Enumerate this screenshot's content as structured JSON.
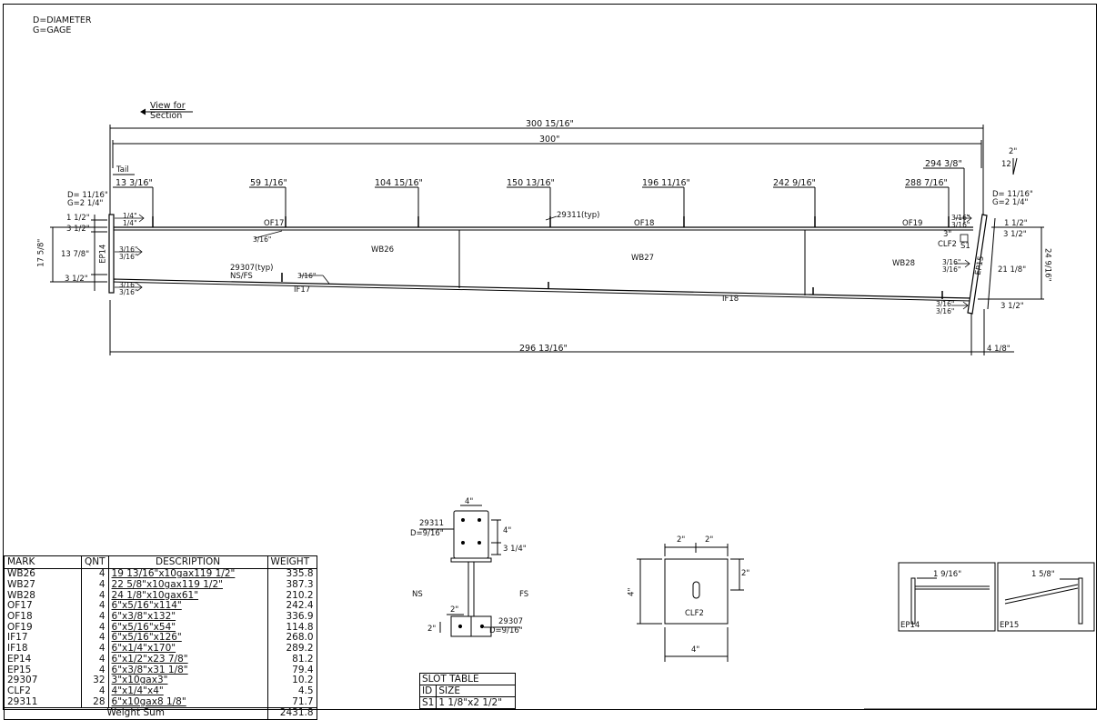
{
  "notes": {
    "line1": "D=DIAMETER",
    "line2": "G=GAGE"
  },
  "view_label": {
    "line1": "View for",
    "line2": "Section"
  },
  "overall_dims": {
    "total": "300 15/16\"",
    "span": "300\"",
    "bottom": "296 13/16\"",
    "right_offset": "4 1/8\""
  },
  "slope": {
    "rise": "2\"",
    "run": "12"
  },
  "top_chord_stations": [
    "13 3/16\"",
    "59 1/16\"",
    "104 15/16\"",
    "150 13/16\"",
    "196 11/16\"",
    "242 9/16\"",
    "288 7/16\"",
    "294 3/8\""
  ],
  "tail_label": "Tail",
  "left_end": {
    "d_note": "D= 11/16\"",
    "g_note": "G=2 1/4\"",
    "dims": [
      "1 1/2\"",
      "3 1/2\"",
      "13 7/8\"",
      "3 1/2\""
    ],
    "height": "17 5/8\"",
    "plate": "EP14"
  },
  "right_end": {
    "d_note": "D= 11/16\"",
    "g_note": "G=2 1/4\"",
    "dims": [
      "1 1/2\"",
      "3 1/2\"",
      "21 1/8\"",
      "3 1/2\""
    ],
    "height": "24 9/16\"",
    "plate": "EP15",
    "clip": "CLF2",
    "slot": "S1",
    "clip_dim": "3\""
  },
  "members": {
    "of17": "OF17",
    "of18": "OF18",
    "of19": "OF19",
    "wb26": "WB26",
    "wb27": "WB27",
    "wb28": "WB28",
    "if17": "IF17",
    "if18": "IF18"
  },
  "callouts": {
    "bolt_top": "29311(typ)",
    "bolt_bottom": "29307(typ)",
    "ns_fs": "NS/FS"
  },
  "weld": {
    "w14": "1/4\"",
    "w316": "3/16\""
  },
  "section": {
    "part_top": "29311",
    "dia_top": "D=9/16\"",
    "width": "4\"",
    "h1": "4\"",
    "h2": "3 1/4\"",
    "ns": "NS",
    "fs": "FS",
    "bottom_w": "2\"",
    "bottom_h": "2\"",
    "part_bottom": "29307",
    "dia_bottom": "D=9/16\""
  },
  "clip_detail": {
    "label": "CLF2",
    "w1": "2\"",
    "w2": "2\"",
    "right": "2\"",
    "height": "4\"",
    "bottom": "4\""
  },
  "end_details": {
    "ep14": {
      "label": "EP14",
      "dim": "1 9/16\""
    },
    "ep15": {
      "label": "EP15",
      "dim": "1 5/8\""
    }
  },
  "bom": {
    "headers": [
      "MARK",
      "QNT",
      "DESCRIPTION",
      "WEIGHT"
    ],
    "rows": [
      [
        "WB26",
        "4",
        "19 13/16\"x10gax119 1/2\"",
        "335.8"
      ],
      [
        "WB27",
        "4",
        "22 5/8\"x10gax119 1/2\"",
        "387.3"
      ],
      [
        "WB28",
        "4",
        "24 1/8\"x10gax61\"",
        "210.2"
      ],
      [
        "OF17",
        "4",
        "6\"x5/16\"x114\"",
        "242.4"
      ],
      [
        "OF18",
        "4",
        "6\"x3/8\"x132\"",
        "336.9"
      ],
      [
        "OF19",
        "4",
        "6\"x5/16\"x54\"",
        "114.8"
      ],
      [
        "IF17",
        "4",
        "6\"x5/16\"x126\"",
        "268.0"
      ],
      [
        "IF18",
        "4",
        "6\"x1/4\"x170\"",
        "289.2"
      ],
      [
        "EP14",
        "4",
        "6\"x1/2\"x23 7/8\"",
        "81.2"
      ],
      [
        "EP15",
        "4",
        "6\"x3/8\"x31 1/8\"",
        "79.4"
      ],
      [
        "29307",
        "32",
        "3\"x10gax3\"",
        "10.2"
      ],
      [
        "CLF2",
        "4",
        "4\"x1/4\"x4\"",
        "4.5"
      ],
      [
        "29311",
        "28",
        "6\"x10gax8 1/8\"",
        "71.7"
      ]
    ],
    "total_label": "Weight Sum",
    "total": "2431.8"
  },
  "slot_table": {
    "title": "SLOT TABLE",
    "headers": [
      "ID",
      "SIZE"
    ],
    "rows": [
      [
        "S1",
        "1 1/8\"x2 1/2\""
      ]
    ]
  }
}
